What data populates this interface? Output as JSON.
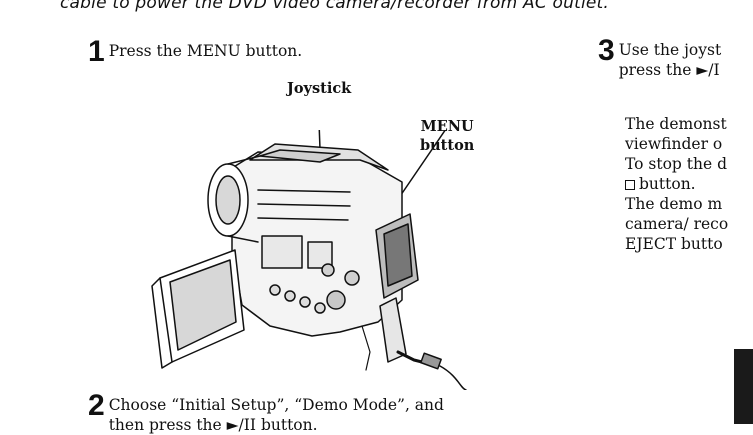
{
  "header": {
    "top_line": "cable to power the DVD video camera/recorder from AC outlet."
  },
  "step1": {
    "number": "1",
    "text": "Press the MENU button."
  },
  "labels": {
    "joystick": "Joystick",
    "menu_line1": "MENU",
    "menu_line2": "button"
  },
  "step2": {
    "number": "2",
    "line1": "Choose “Initial Setup”, “Demo Mode”, and",
    "line2": "then press the ►/II button."
  },
  "step3": {
    "number": "3",
    "line1": "Use the joyst",
    "line2": "press the ►/I"
  },
  "right_paragraph": {
    "line1": "The demonst",
    "line2": "viewfinder o",
    "line3": "To stop the d",
    "line4": "button.",
    "line5": "The demo m",
    "line6": "camera/ reco",
    "line7": "EJECT butto"
  }
}
